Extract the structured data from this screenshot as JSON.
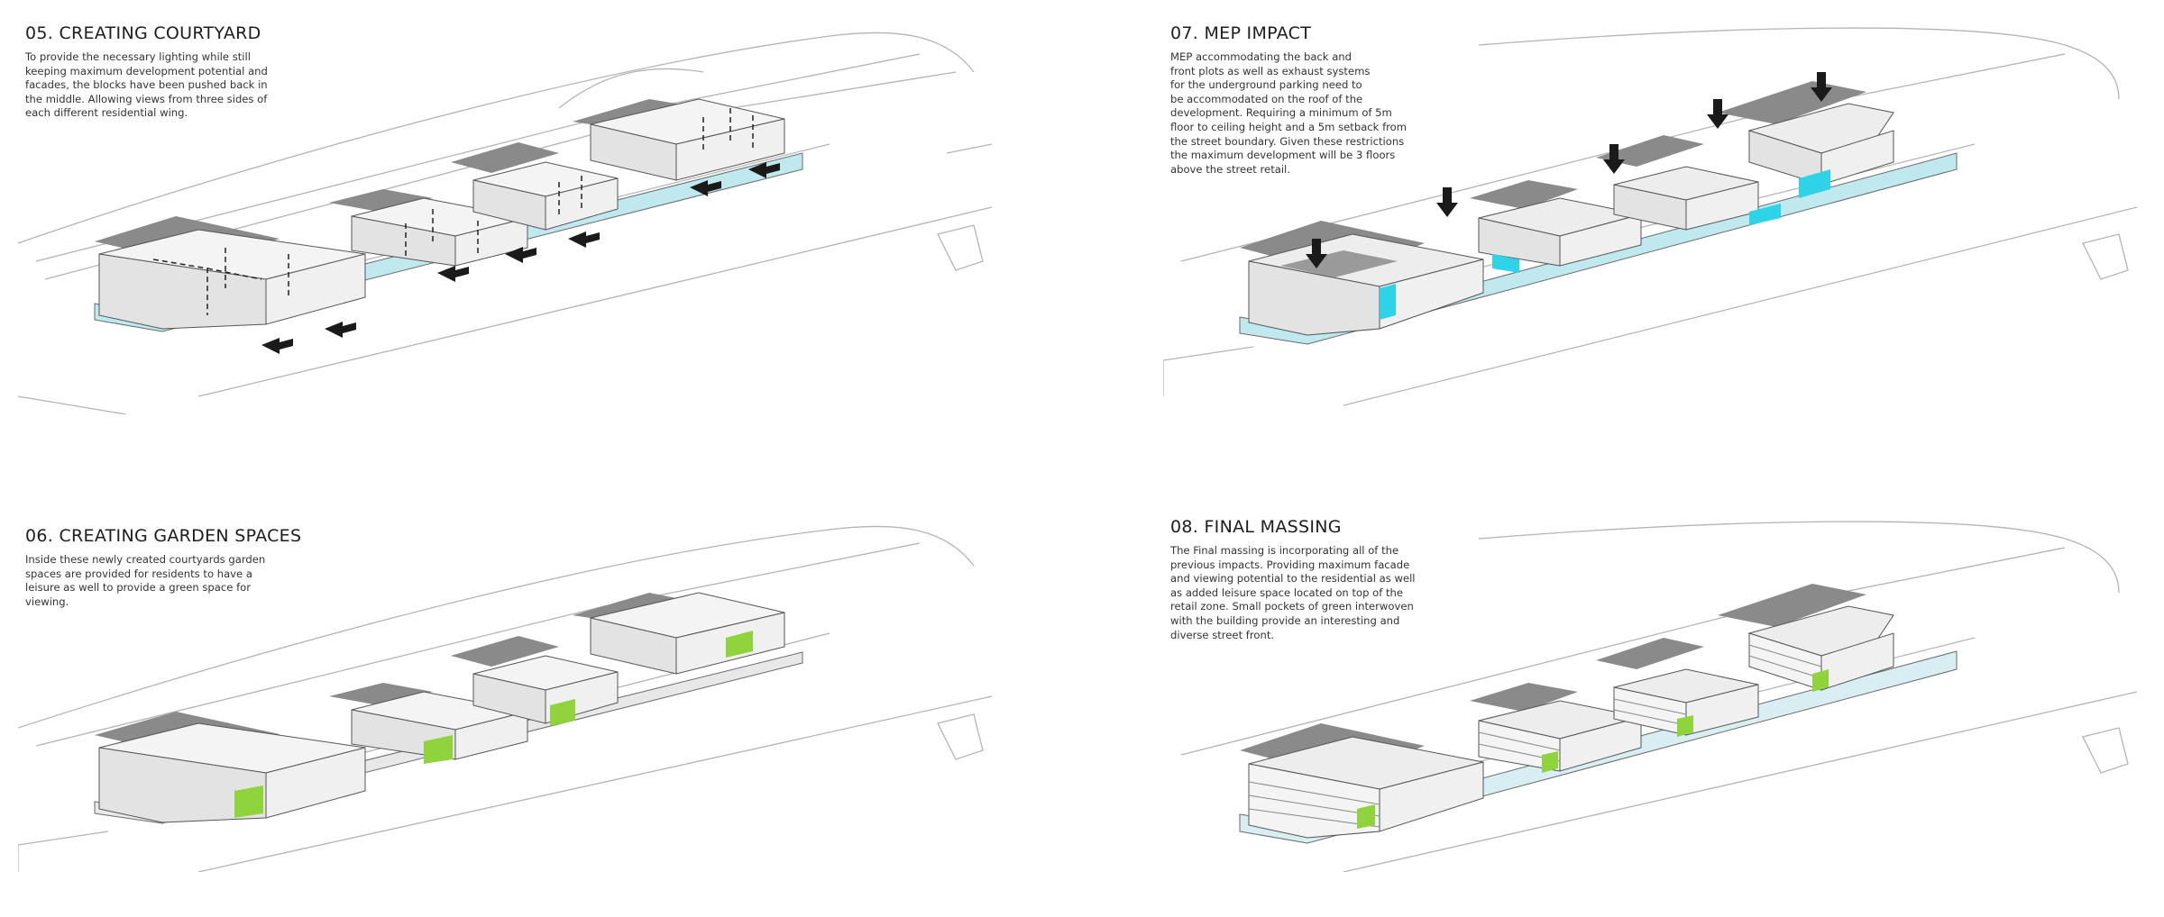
{
  "panels": [
    {
      "id": "p05",
      "title": "05. CREATING COURTYARD",
      "description": "To provide the necessary lighting while still\nkeeping maximum development potential and\nfacades, the blocks have been pushed back in\nthe middle. Allowing views from three sides of\neach different residential wing."
    },
    {
      "id": "p06",
      "title": "06. CREATING GARDEN SPACES",
      "description": "Inside these newly created courtyards garden\nspaces are provided for residents to have a\nleisure as well to provide a green space for\nviewing."
    },
    {
      "id": "p07",
      "title": "07. MEP IMPACT",
      "description": "MEP accommodating the back and\nfront plots as well as exhaust systems\nfor the underground parking need to\nbe accommodated on the roof of the\ndevelopment. Requiring a minimum of 5m\nfloor to ceiling height and a 5m setback from\nthe street boundary. Given these restrictions\nthe maximum development will be 3 floors\nabove the street retail."
    },
    {
      "id": "p08",
      "title": "08. FINAL MASSING",
      "description": "The Final massing is incorporating all of the\nprevious impacts. Providing maximum facade\nand viewing potential to the residential as well\nas added leisure space located on top of the\nretail zone. Small pockets of green interwoven\nwith the building provide an interesting and\ndiverse street front."
    }
  ],
  "colors": {
    "roof": "#f4f4f4",
    "wall_light": "#e6e6e6",
    "wall_mid": "#cfcfcf",
    "dark_block": "#8a8a8a",
    "retail_cyan": "#bfe9ef",
    "retail_cyan_strong": "#2ed3e8",
    "garden_green": "#8fd43d",
    "line": "#9a9a9a"
  }
}
